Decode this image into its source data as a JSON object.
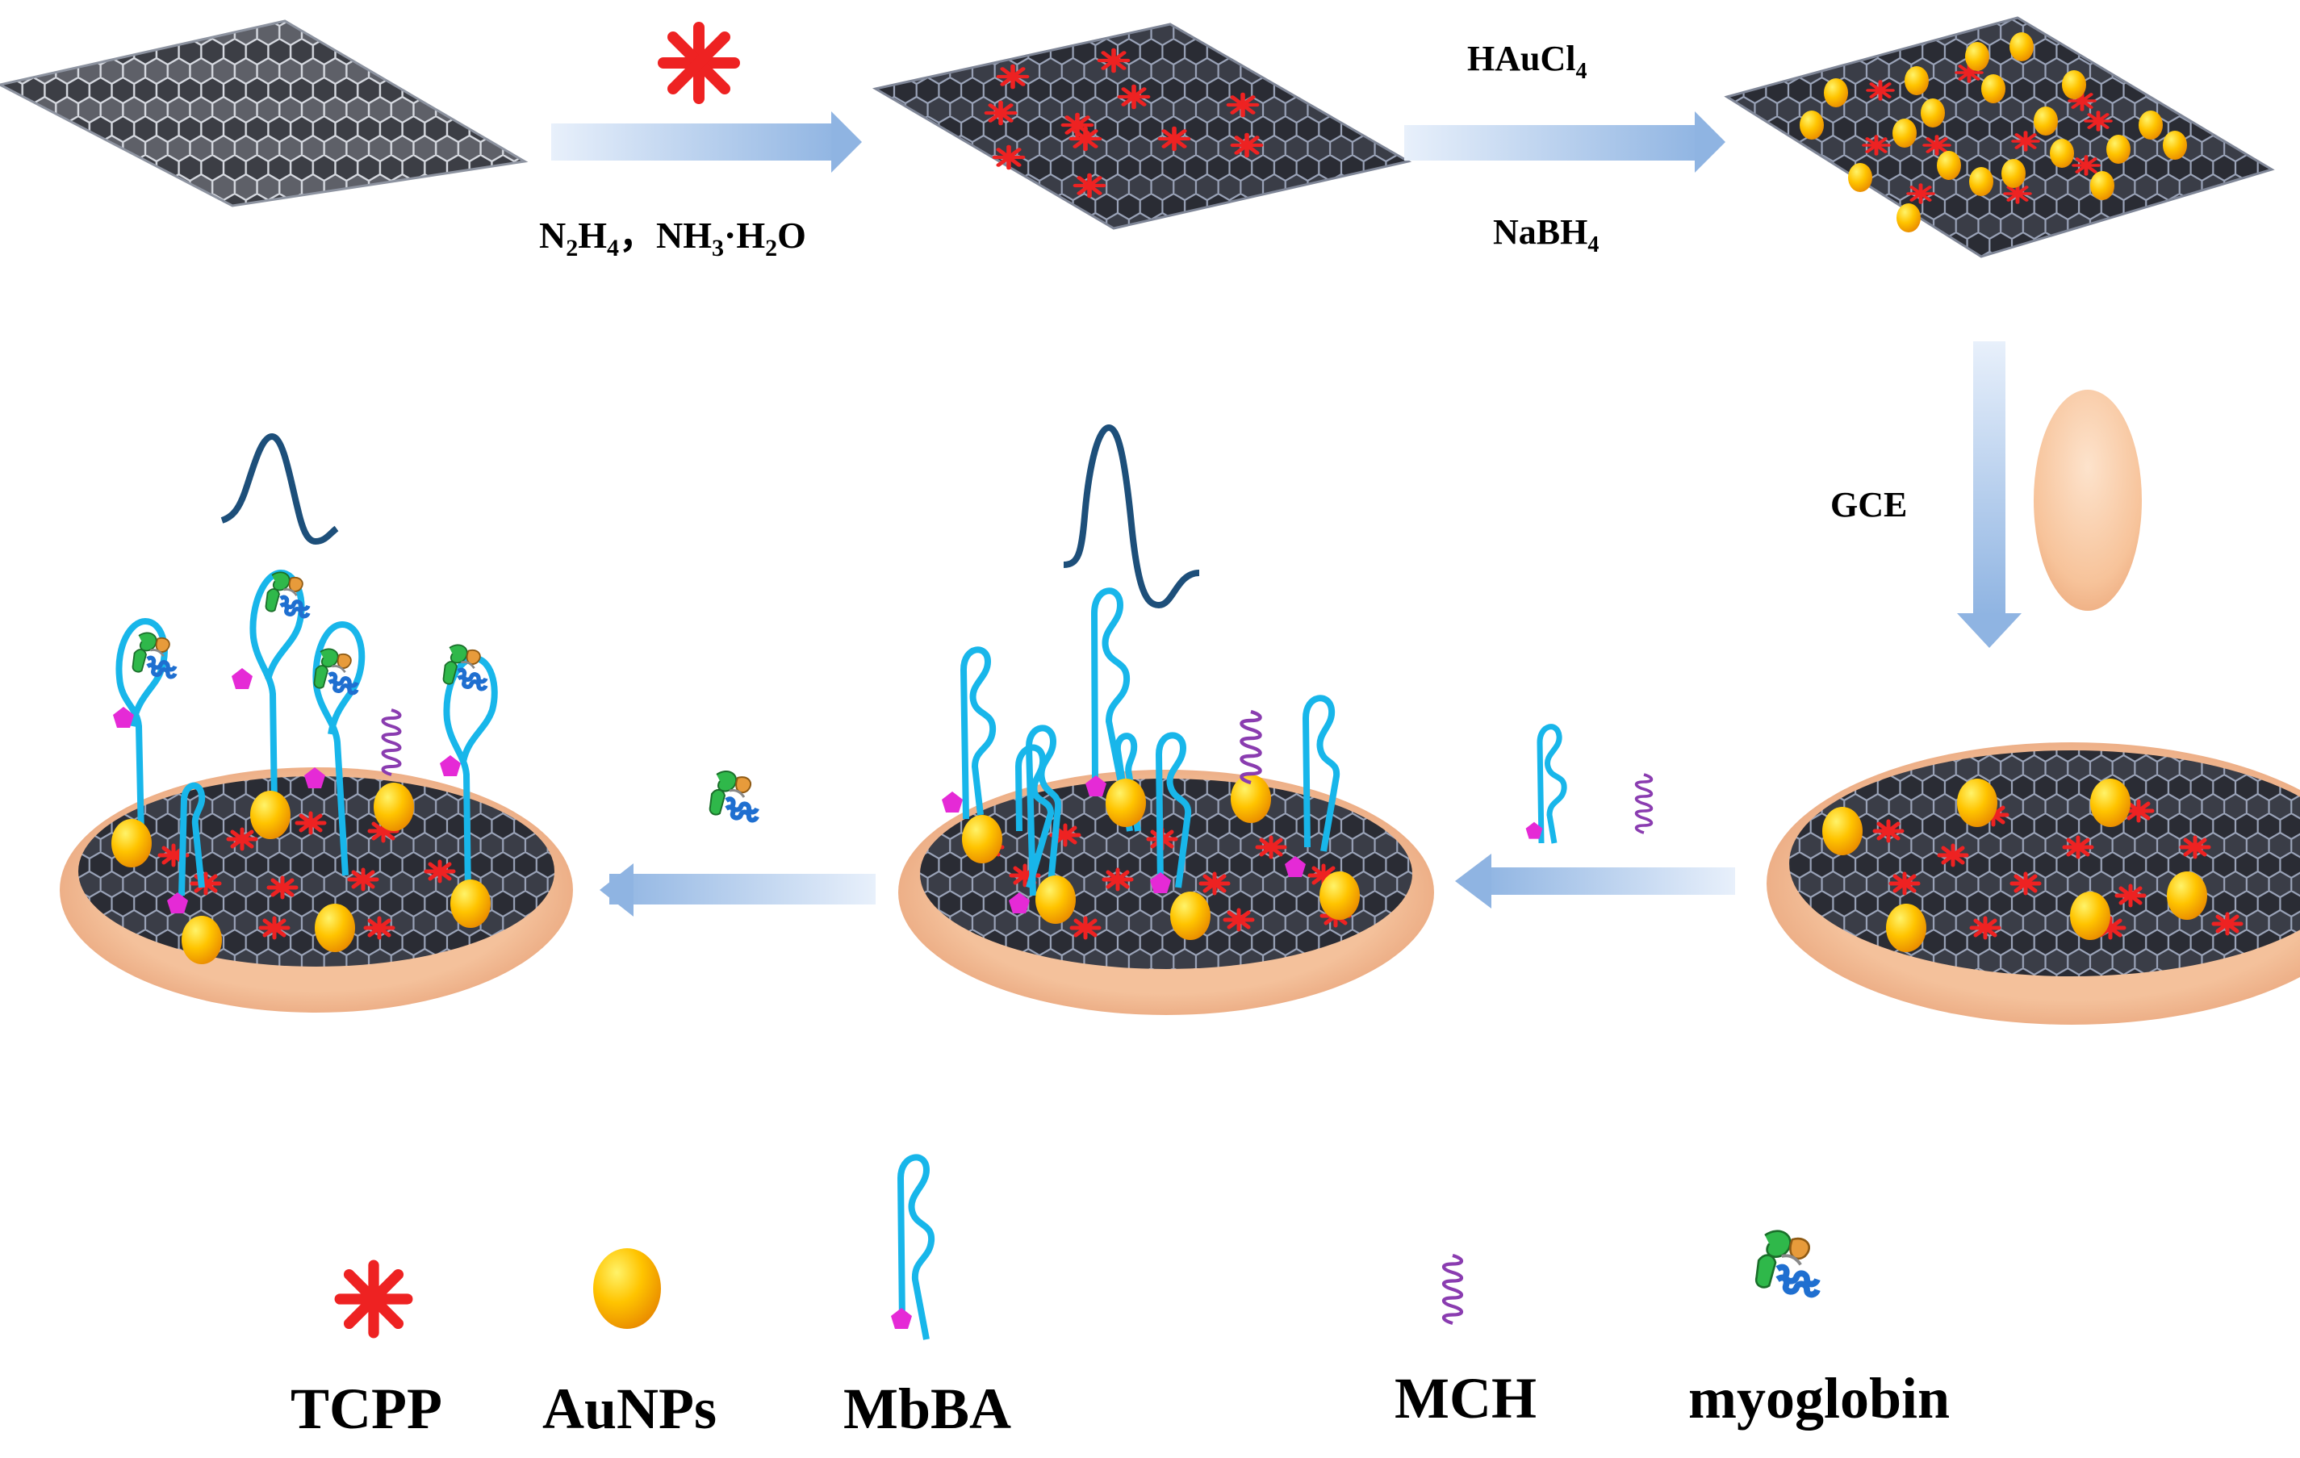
{
  "steps": {
    "step1": {
      "reagent_top_icon": "tcpp-star-icon",
      "label_a": "N",
      "sub_a": "2",
      "label_b": "H",
      "sub_b": "4",
      "label_c": "，NH",
      "sub_c": "3",
      "label_d": "·H",
      "sub_d": "2",
      "label_e": "O"
    },
    "step2": {
      "top_main": "HAuCl",
      "top_sub": "4",
      "bottom_main": "NaBH",
      "bottom_sub": "4"
    },
    "step3": {
      "label": "GCE"
    }
  },
  "legend": {
    "items": [
      {
        "label": "TCPP",
        "icon": "tcpp-star-icon"
      },
      {
        "label": "AuNPs",
        "icon": "gold-nanoparticle-icon"
      },
      {
        "label": "MbBA",
        "icon": "aptamer-icon"
      },
      {
        "label": "MCH",
        "icon": "mch-coil-icon"
      },
      {
        "label": "myoglobin",
        "icon": "myoglobin-protein-icon"
      }
    ]
  },
  "colors": {
    "tcpp_red": "#ee2222",
    "gold": "#f7b500",
    "aptamer_blue": "#18b6ea",
    "aptamer_tag_magenta": "#e52ad6",
    "mch_purple": "#8a3cb0",
    "signal_wave": "#1d4f7a",
    "electrode_peach": "#f2b98d",
    "arrow_blue": "#a9c8ea",
    "graphene_dark": "#2d2f38"
  }
}
